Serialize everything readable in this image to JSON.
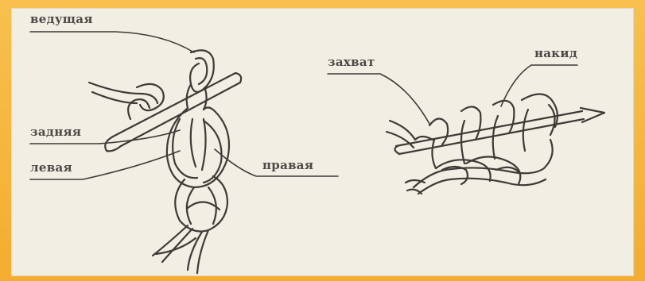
{
  "labels": {
    "leading": "ведущая",
    "back": "задняя",
    "left": "левая",
    "right": "правая",
    "grab": "захват",
    "yarn_over": "накид"
  },
  "colors": {
    "frame": "#f6b73c",
    "paper": "#f1eee4",
    "ink": "#3e3a37"
  }
}
